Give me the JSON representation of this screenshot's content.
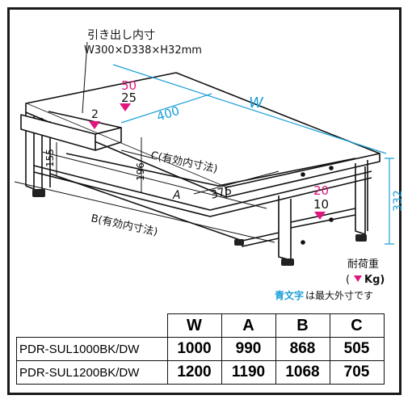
{
  "drawer_callout": {
    "line1": "引き出し内寸",
    "line2": "W300×D338×H32mm"
  },
  "dimensions": {
    "W": "W",
    "depth_top": "400",
    "height_left": "155",
    "inner_height": "196",
    "C_label": "C(有効内寸法)",
    "A": "A",
    "mid_depth": "375",
    "B_label": "B(有効内寸法)",
    "overall_height": "332"
  },
  "loads": {
    "top_max": "50",
    "top_normal": "25",
    "drawer": "2",
    "shelf_max": "20",
    "shelf_normal": "10"
  },
  "legend": {
    "title": "耐荷重",
    "unit_open": "(",
    "unit": "Kg)",
    "blue_text": "青文字",
    "note": "は最大外寸です"
  },
  "colors": {
    "cyan": "#1aa0d8",
    "magenta": "#e0157d",
    "ink": "#111111"
  },
  "table": {
    "headers": [
      "W",
      "A",
      "B",
      "C"
    ],
    "rows": [
      {
        "model": "PDR-SUL1000BK/DW",
        "values": [
          "1000",
          "990",
          "868",
          "505"
        ]
      },
      {
        "model": "PDR-SUL1200BK/DW",
        "values": [
          "1200",
          "1190",
          "1068",
          "705"
        ]
      }
    ]
  }
}
